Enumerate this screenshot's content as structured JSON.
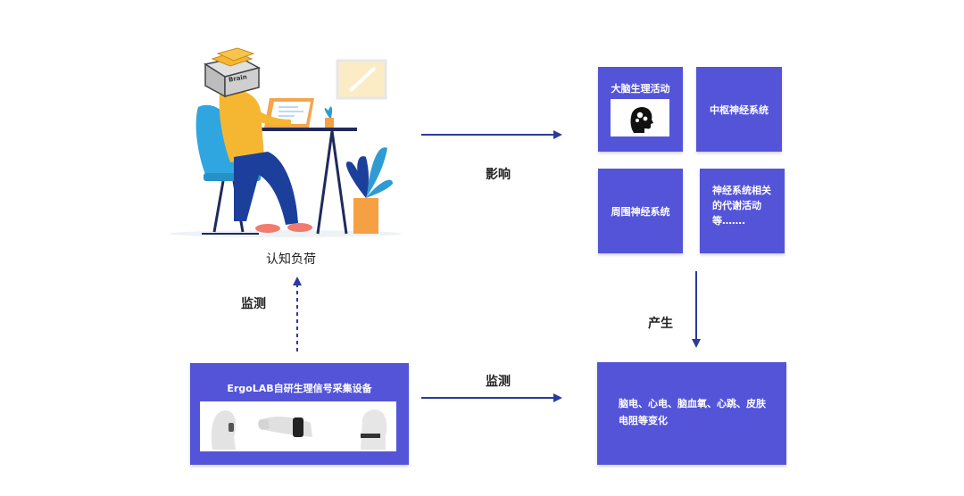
{
  "cognitive_load_label": "认知负荷",
  "brain_box_text": "Brain",
  "influence_label": "影响",
  "produce_label": "产生",
  "monitor_label_left": "监测",
  "monitor_label_bottom": "监测",
  "boxes": {
    "brain_activity": "大脑生理活动",
    "central_nervous": "中枢神经系统",
    "peripheral_nervous": "周围神经系统",
    "metabolic": "神经系统相关的代谢活动等……."
  },
  "device_title": "ErgoLAB自研生理信号采集设备",
  "result_text": "脑电、心电、脑血氧、心跳、皮肤电阻等变化",
  "colors": {
    "box": "#5454d9",
    "arrow": "#2b3a9c",
    "accent_yellow": "#f5b731",
    "chair_blue": "#2fa6e0"
  }
}
